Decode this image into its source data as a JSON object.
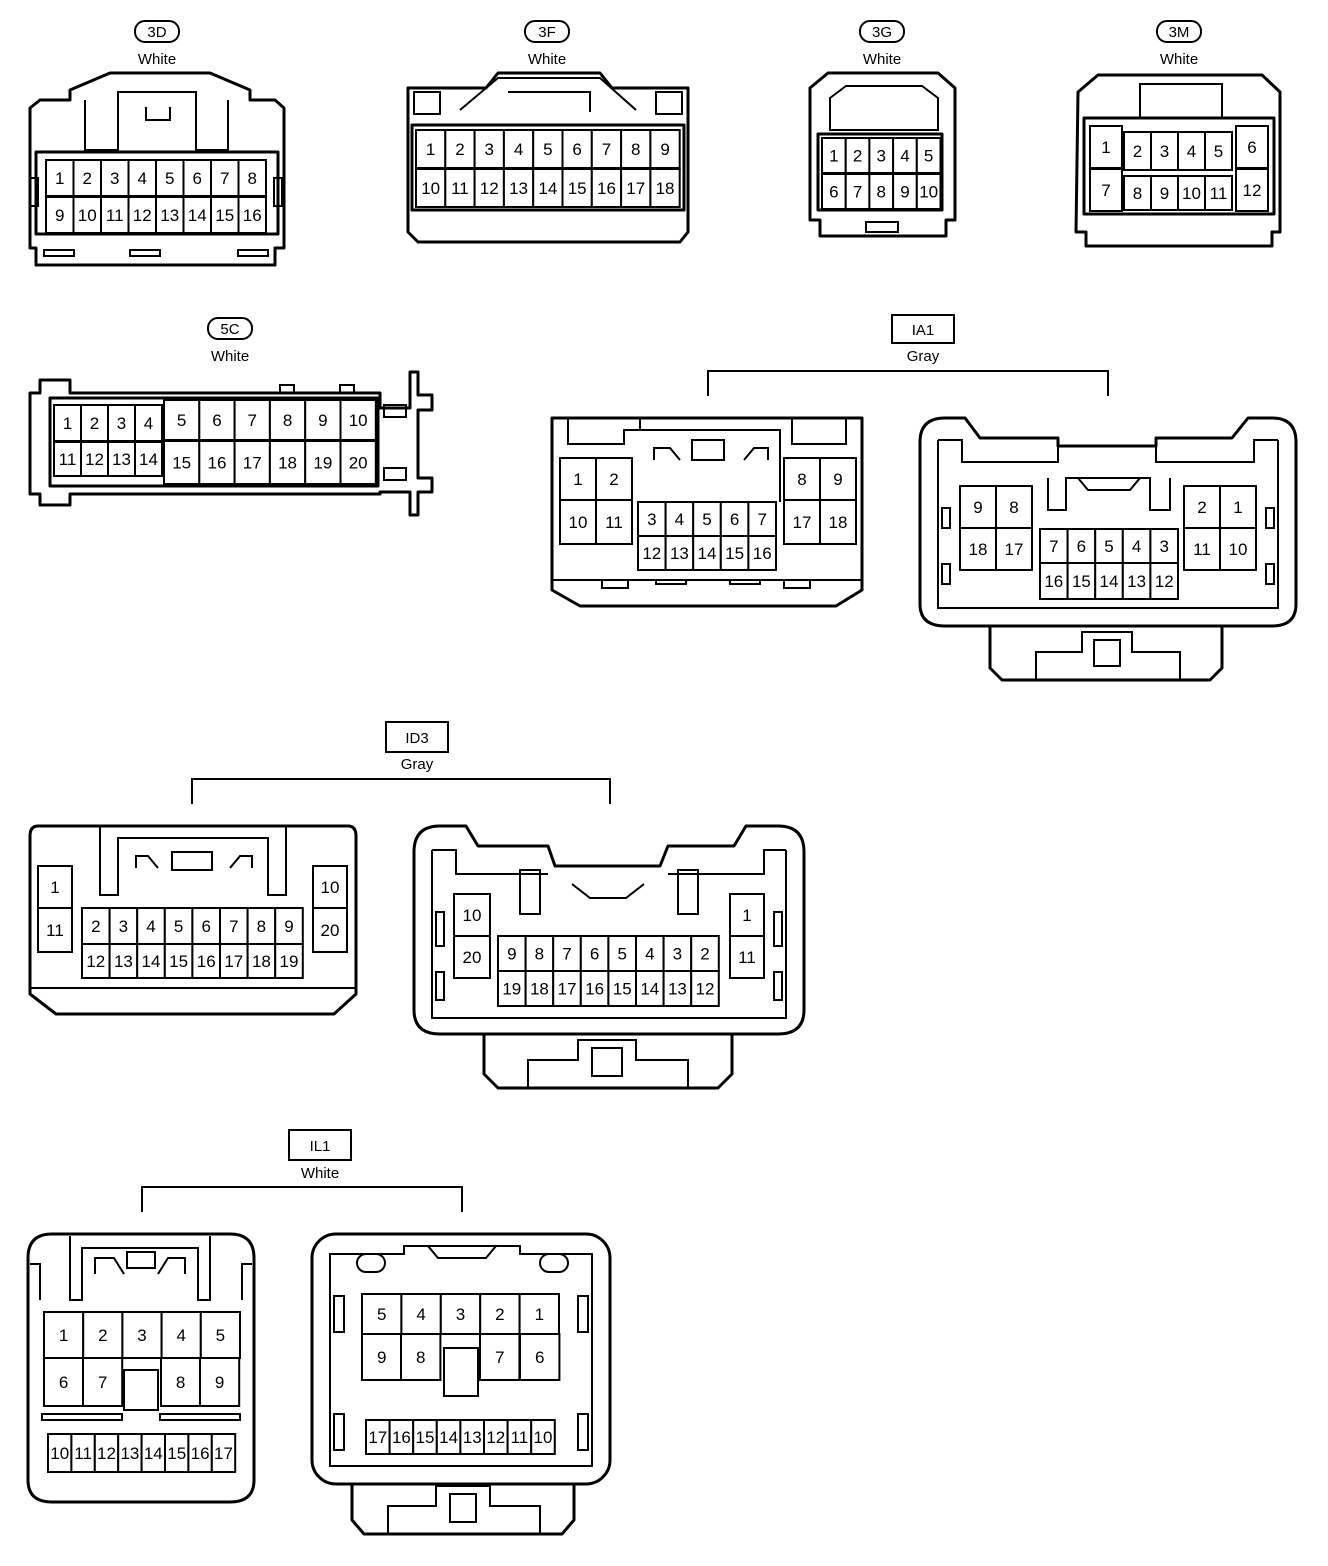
{
  "colors": {
    "line": "#000000",
    "background": "#ffffff"
  },
  "connectors": {
    "c3D": {
      "code": "3D",
      "color": "White",
      "pins": [
        "1",
        "2",
        "3",
        "4",
        "5",
        "6",
        "7",
        "8",
        "9",
        "10",
        "11",
        "12",
        "13",
        "14",
        "15",
        "16"
      ]
    },
    "c3F": {
      "code": "3F",
      "color": "White",
      "pins": [
        "1",
        "2",
        "3",
        "4",
        "5",
        "6",
        "7",
        "8",
        "9",
        "10",
        "11",
        "12",
        "13",
        "14",
        "15",
        "16",
        "17",
        "18"
      ]
    },
    "c3G": {
      "code": "3G",
      "color": "White",
      "pins": [
        "1",
        "2",
        "3",
        "4",
        "5",
        "6",
        "7",
        "8",
        "9",
        "10"
      ]
    },
    "c3M": {
      "code": "3M",
      "color": "White",
      "pins": [
        "1",
        "2",
        "3",
        "4",
        "5",
        "6",
        "7",
        "8",
        "9",
        "10",
        "11",
        "12"
      ]
    },
    "c5C": {
      "code": "5C",
      "color": "White",
      "pins": [
        "1",
        "2",
        "3",
        "4",
        "5",
        "6",
        "7",
        "8",
        "9",
        "10",
        "11",
        "12",
        "13",
        "14",
        "15",
        "16",
        "17",
        "18",
        "19",
        "20"
      ]
    },
    "IA1": {
      "code": "IA1",
      "color": "Gray",
      "left_pins": [
        "1",
        "2",
        "10",
        "11",
        "3",
        "4",
        "5",
        "6",
        "7",
        "12",
        "13",
        "14",
        "15",
        "16",
        "8",
        "9",
        "17",
        "18"
      ],
      "right_pins": [
        "9",
        "8",
        "18",
        "17",
        "7",
        "6",
        "5",
        "4",
        "3",
        "16",
        "15",
        "14",
        "13",
        "12",
        "2",
        "1",
        "11",
        "10"
      ]
    },
    "ID3": {
      "code": "ID3",
      "color": "Gray",
      "left_pins": [
        "1",
        "11",
        "2",
        "3",
        "4",
        "5",
        "6",
        "7",
        "8",
        "9",
        "12",
        "13",
        "14",
        "15",
        "16",
        "17",
        "18",
        "19",
        "10",
        "20"
      ],
      "right_pins": [
        "10",
        "20",
        "9",
        "8",
        "7",
        "6",
        "5",
        "4",
        "3",
        "2",
        "19",
        "18",
        "17",
        "16",
        "15",
        "14",
        "13",
        "12",
        "1",
        "11"
      ]
    },
    "IL1": {
      "code": "IL1",
      "color": "White",
      "left_pins": [
        "1",
        "2",
        "3",
        "4",
        "5",
        "6",
        "7",
        "8",
        "9",
        "10",
        "11",
        "12",
        "13",
        "14",
        "15",
        "16",
        "17"
      ],
      "right_pins": [
        "5",
        "4",
        "3",
        "2",
        "1",
        "9",
        "8",
        "7",
        "6",
        "17",
        "16",
        "15",
        "14",
        "13",
        "12",
        "11",
        "10"
      ]
    }
  }
}
